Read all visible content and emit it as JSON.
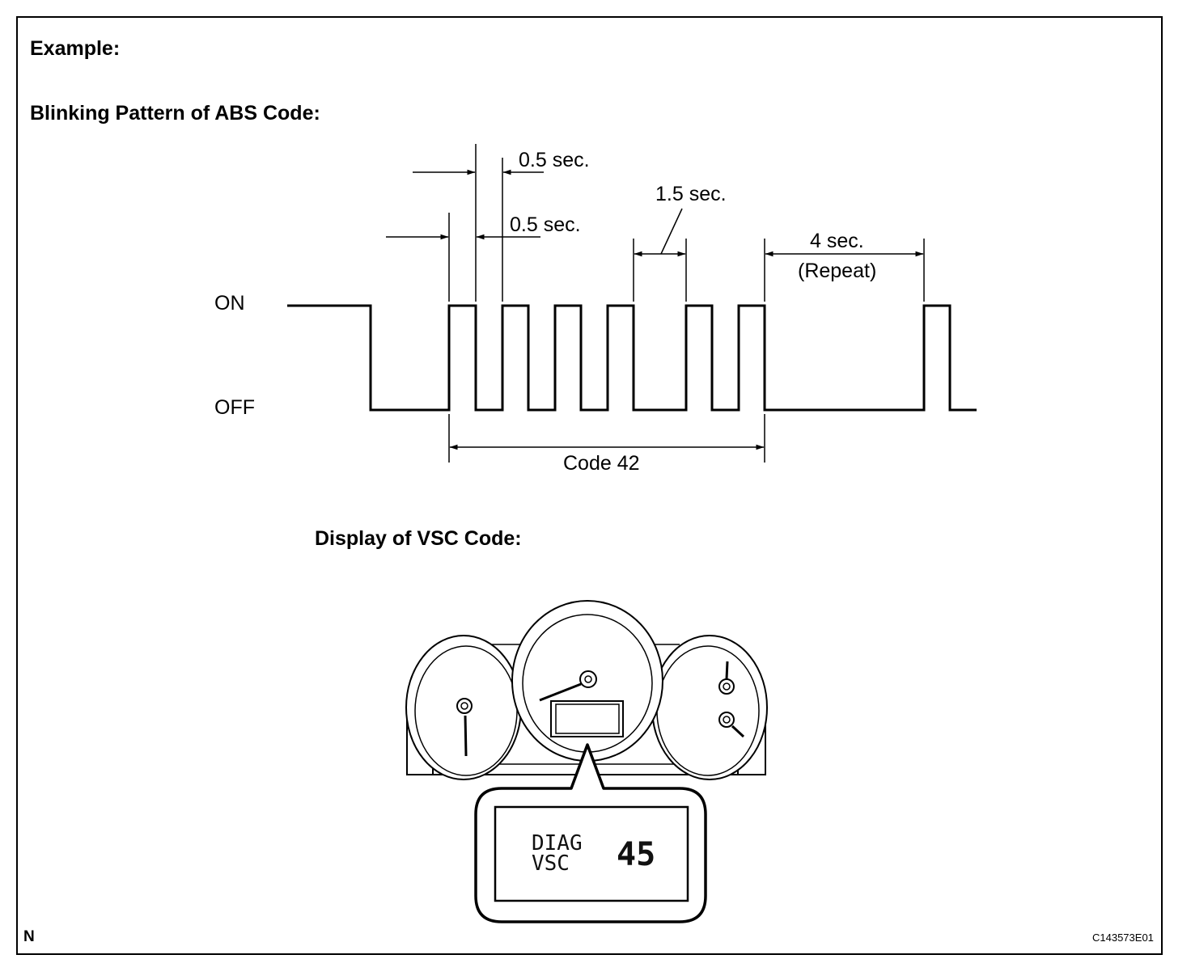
{
  "headings": {
    "example": "Example:",
    "abs_title": "Blinking Pattern of ABS Code:",
    "vsc_title": "Display of VSC Code:"
  },
  "signal": {
    "on_label": "ON",
    "off_label": "OFF",
    "dim_half_sec_top": "0.5 sec.",
    "dim_half_sec_low": "0.5 sec.",
    "dim_one_half_sec": "1.5 sec.",
    "dim_four_sec": "4 sec.",
    "repeat": "(Repeat)",
    "code_label": "Code 42"
  },
  "display": {
    "line1": "DIAG",
    "line2": "VSC",
    "code": "45"
  },
  "footer": {
    "corner_letter": "N",
    "figure_id": "C143573E01"
  }
}
